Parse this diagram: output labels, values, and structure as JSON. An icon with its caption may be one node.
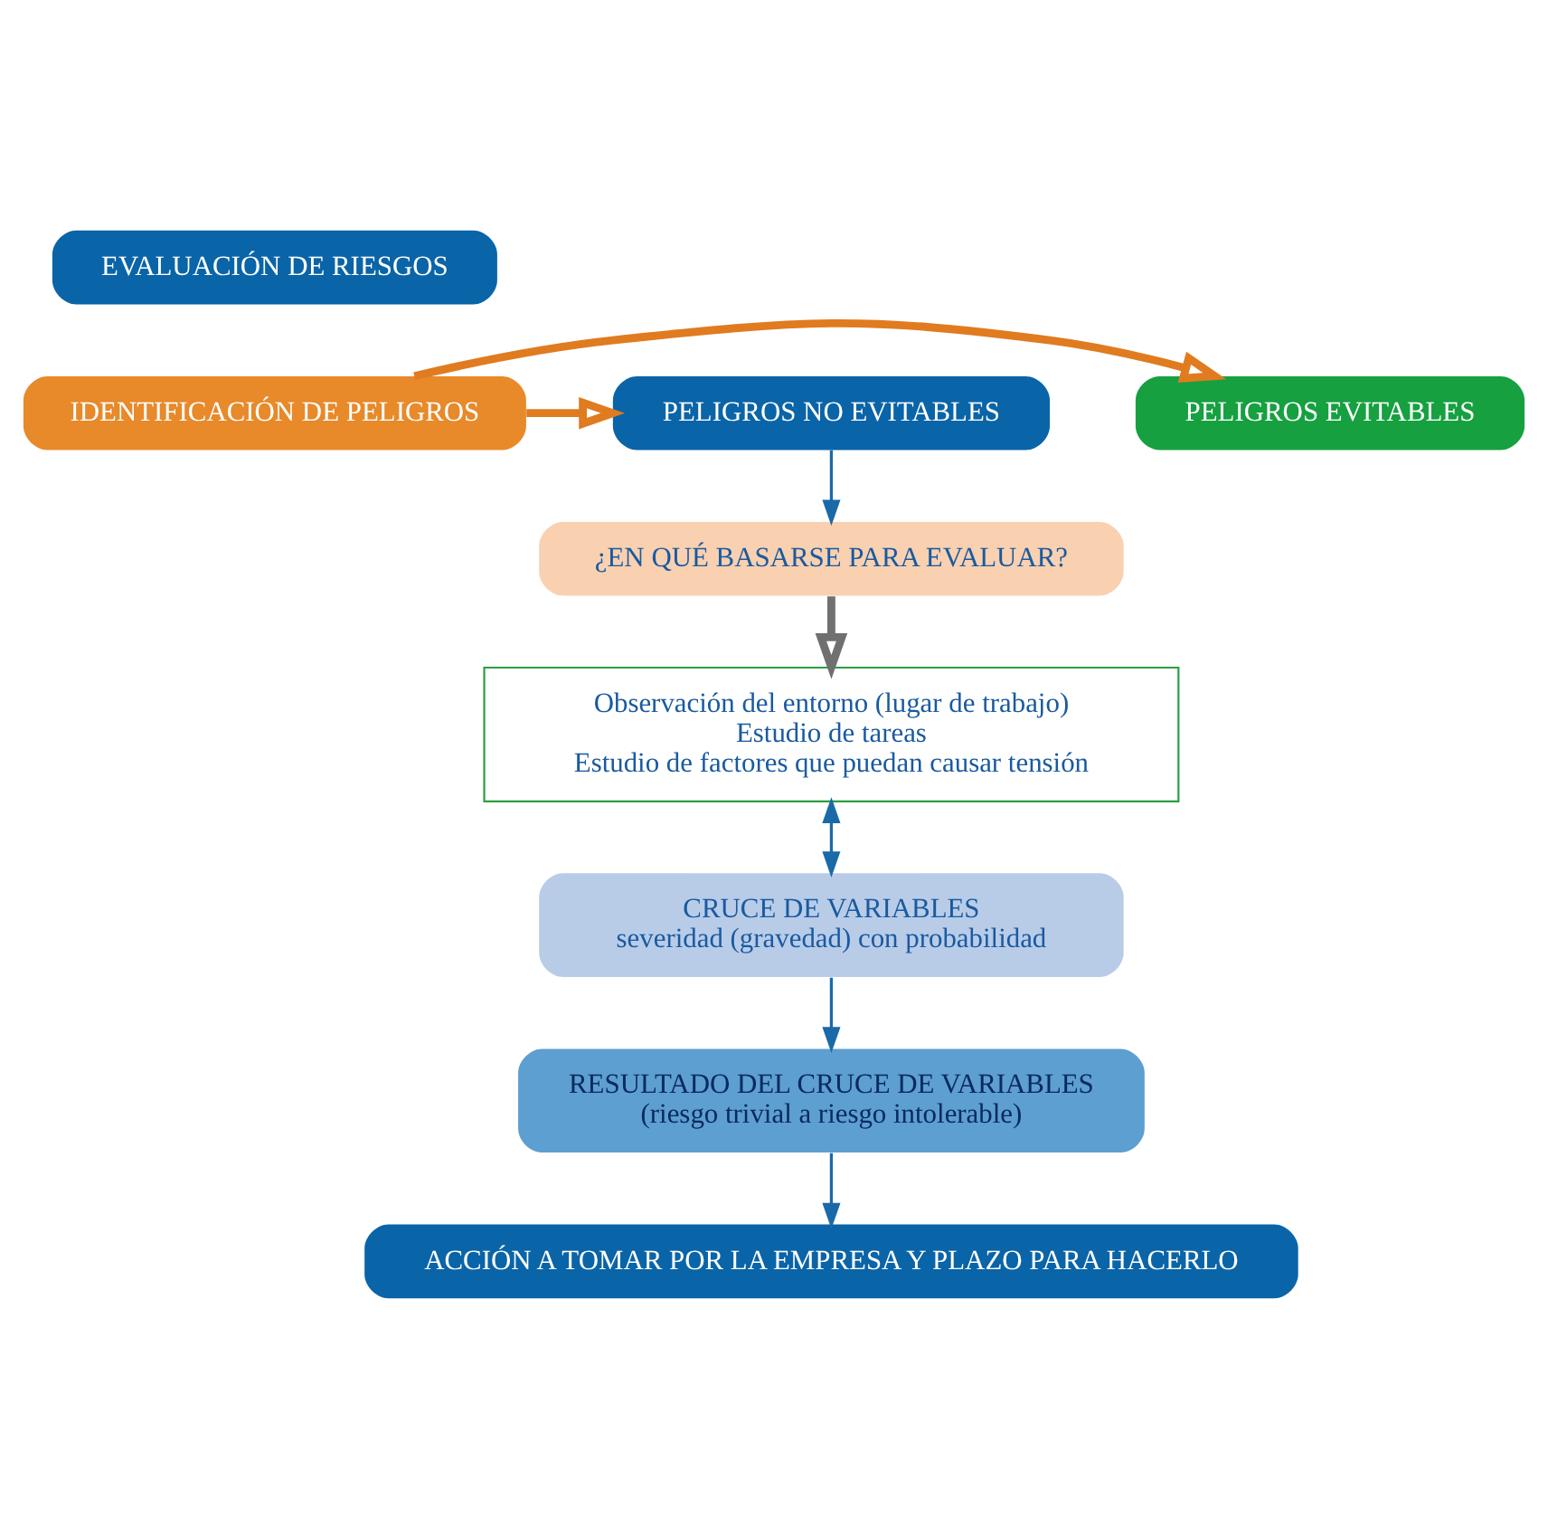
{
  "diagram": {
    "nodes": [
      {
        "text": [
          "EVALUACIÓN DE RIESGOS"
        ]
      },
      {
        "text": [
          "PELIGROS EVITABLES"
        ]
      },
      {
        "text": [
          "IDENTIFICACIÓN DE PELIGROS"
        ]
      },
      {
        "text": [
          "PELIGROS NO EVITABLES"
        ]
      },
      {
        "text": [
          "¿EN QUÉ BASARSE PARA EVALUAR?"
        ]
      },
      {
        "text": [
          "Observación del entorno (lugar de trabajo)",
          "Estudio de tareas",
          "Estudio de factores que puedan causar tensión"
        ]
      },
      {
        "text": [
          "CRUCE DE VARIABLES",
          "severidad (gravedad) con probabilidad"
        ]
      },
      {
        "text": [
          "RESULTADO DEL CRUCE DE VARIABLES",
          "(riesgo trivial a riesgo intolerable)"
        ]
      },
      {
        "text": [
          "ACCIÓN A TOMAR POR LA EMPRESA Y PLAZO PARA HACERLO"
        ]
      }
    ],
    "edges": [
      {
        "from": 2,
        "to": 1,
        "arrow": "to",
        "style": "thick",
        "color": "#e07b20"
      },
      {
        "from": 2,
        "to": 3,
        "arrow": "to",
        "style": "thick",
        "color": "#e07b20"
      },
      {
        "from": 3,
        "to": 4,
        "arrow": "to"
      },
      {
        "from": 4,
        "to": 5,
        "arrow": "to",
        "style": "thick",
        "color": "#707070"
      },
      {
        "from": 5,
        "to": 6,
        "arrow": "both"
      },
      {
        "from": 6,
        "to": 7,
        "arrow": "to"
      },
      {
        "from": 7,
        "to": 8,
        "arrow": "to"
      }
    ]
  }
}
